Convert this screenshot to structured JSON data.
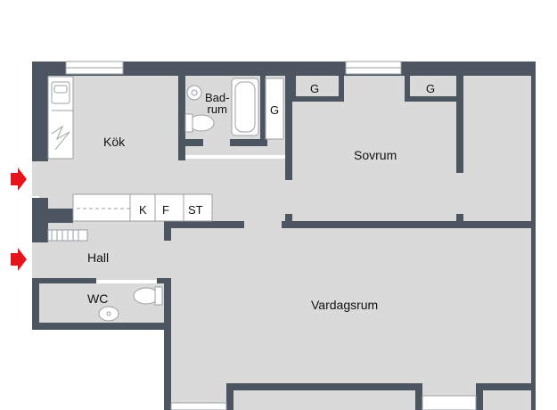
{
  "plan": {
    "colors": {
      "floor": "#dadada",
      "wall": "#4d5560",
      "window": "#ffffff",
      "fixture_stroke": "#9aa0a6",
      "entry_arrow": "#e8141c",
      "background": "#ffffff"
    },
    "rooms": {
      "kok": "Kök",
      "badrum_line1": "Bad-",
      "badrum_line2": "rum",
      "g_bath": "G",
      "g_closet_1": "G",
      "g_closet_2": "G",
      "sovrum": "Sovrum",
      "hall": "Hall",
      "wc": "WC",
      "vardagsrum": "Vardagsrum"
    },
    "appliances": {
      "k": "K",
      "f": "F",
      "st": "ST"
    },
    "entry_icons": [
      "entry-arrow-icon",
      "entry-arrow-icon"
    ]
  }
}
